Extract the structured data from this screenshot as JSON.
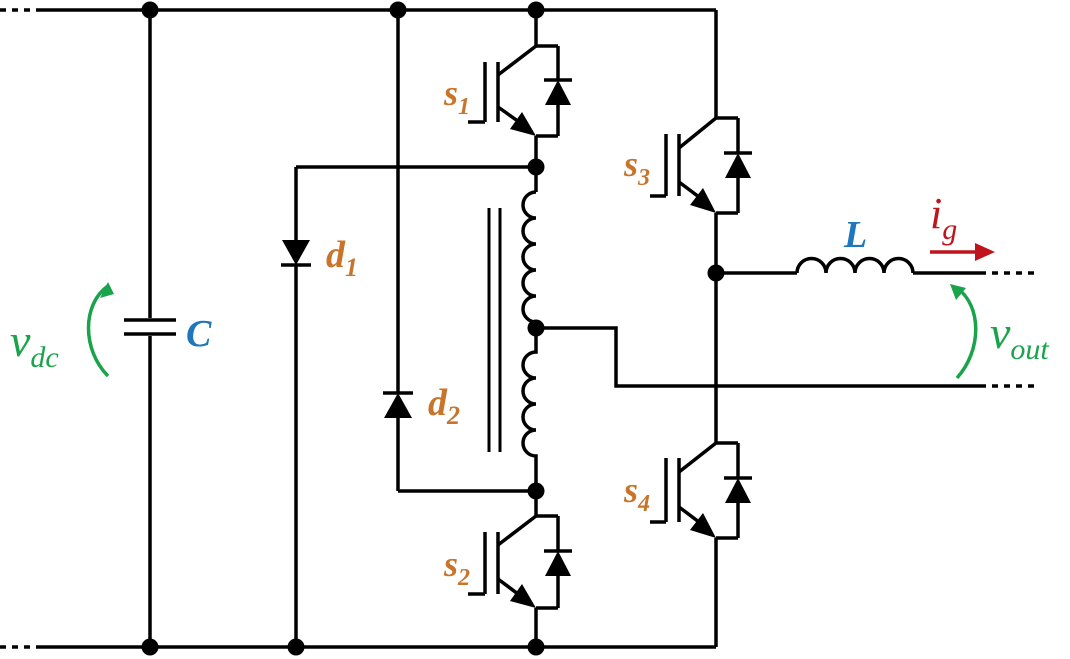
{
  "colors": {
    "wire": "#000000",
    "component_label": "#c8742a",
    "passive_label": "#1e76bd",
    "voltage": "#1aa34a",
    "current": "#c0141c"
  },
  "labels": {
    "capacitor": "C",
    "inductor": "L",
    "diode_1": {
      "main": "d",
      "sub": "1"
    },
    "diode_2": {
      "main": "d",
      "sub": "2"
    },
    "switch_1": {
      "main": "s",
      "sub": "1"
    },
    "switch_2": {
      "main": "s",
      "sub": "2"
    },
    "switch_3": {
      "main": "s",
      "sub": "3"
    },
    "switch_4": {
      "main": "s",
      "sub": "4"
    },
    "dc_voltage": {
      "main": "v",
      "sub": "dc"
    },
    "output_voltage": {
      "main": "v",
      "sub": "out"
    },
    "grid_current": {
      "main": "i",
      "sub": "g"
    }
  }
}
